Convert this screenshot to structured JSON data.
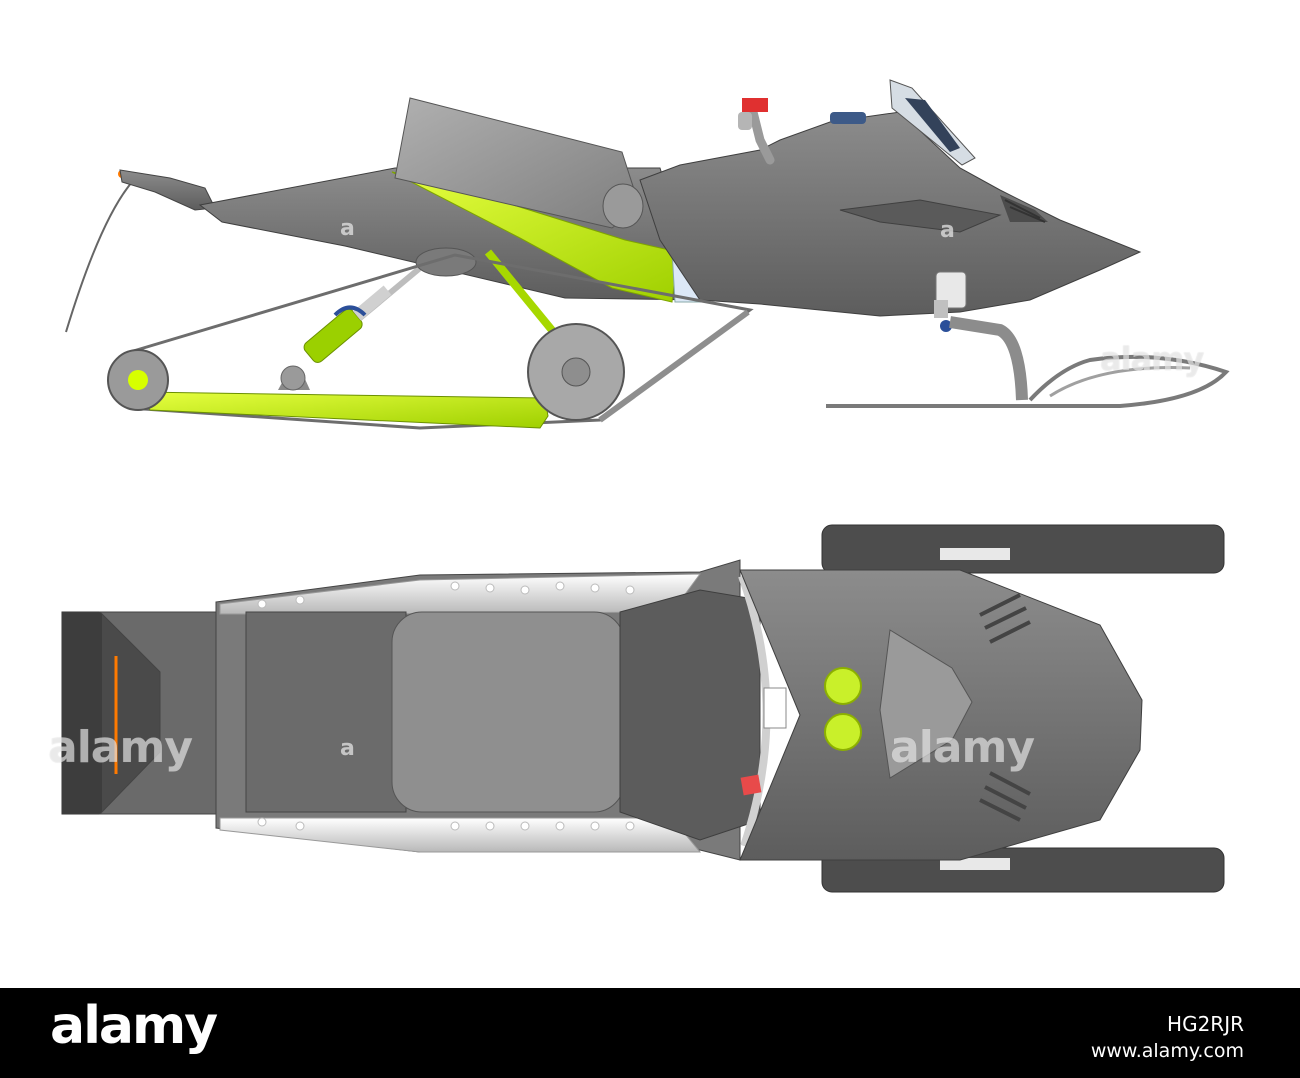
{
  "colors": {
    "body": "#6f6f6f",
    "body_dark": "#555555",
    "body_light": "#8a8a8a",
    "accent": "#c6f000",
    "accent_dark": "#9fd000",
    "rail": "#d8d8d8",
    "brake": "#e84a4a",
    "gauge": "#c9f02a",
    "track_pad": "#ff7a00"
  },
  "watermark": {
    "text": "alamy",
    "mark": "a"
  },
  "footer": {
    "logo": "alamy",
    "image_id": "HG2RJR",
    "url": "www.alamy.com"
  }
}
